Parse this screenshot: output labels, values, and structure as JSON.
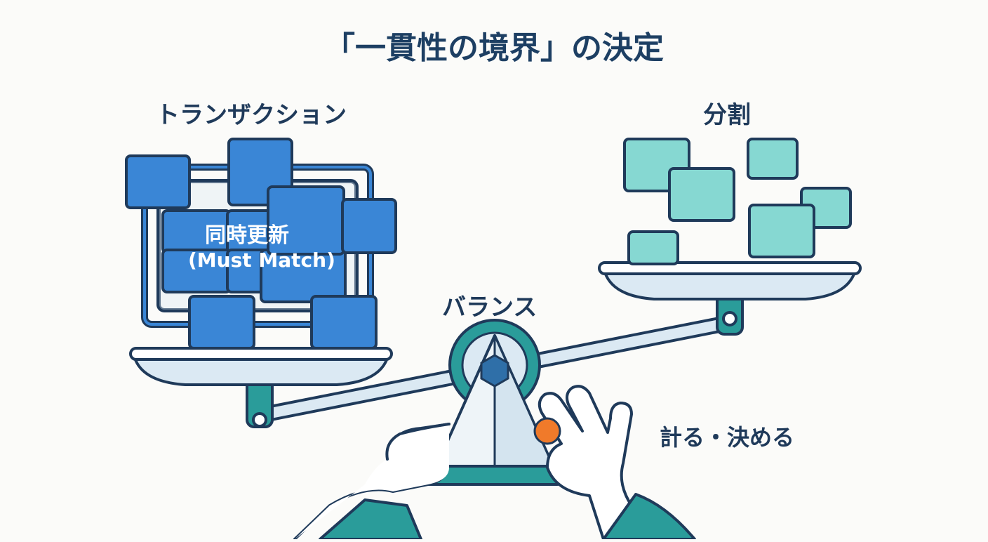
{
  "title": "「一貫性の境界」の決定",
  "left_pan": {
    "label": "トランザクション",
    "center_title": "同時更新",
    "center_subtitle": "(Must Match)"
  },
  "right_pan": {
    "label": "分割"
  },
  "fulcrum": {
    "label": "バランス"
  },
  "action": {
    "label": "計る・決める"
  },
  "colors": {
    "ink": "#1f3a5a",
    "blue_block": "#3a86d6",
    "teal_block": "#86d8d2",
    "teal_dark": "#2a9c9a",
    "pan": "#dbe9f3",
    "accent_orange": "#f07a2a"
  },
  "icons": [
    "hexagon-icon",
    "orange-knob-icon",
    "left-hand-icon",
    "right-hand-icon"
  ]
}
